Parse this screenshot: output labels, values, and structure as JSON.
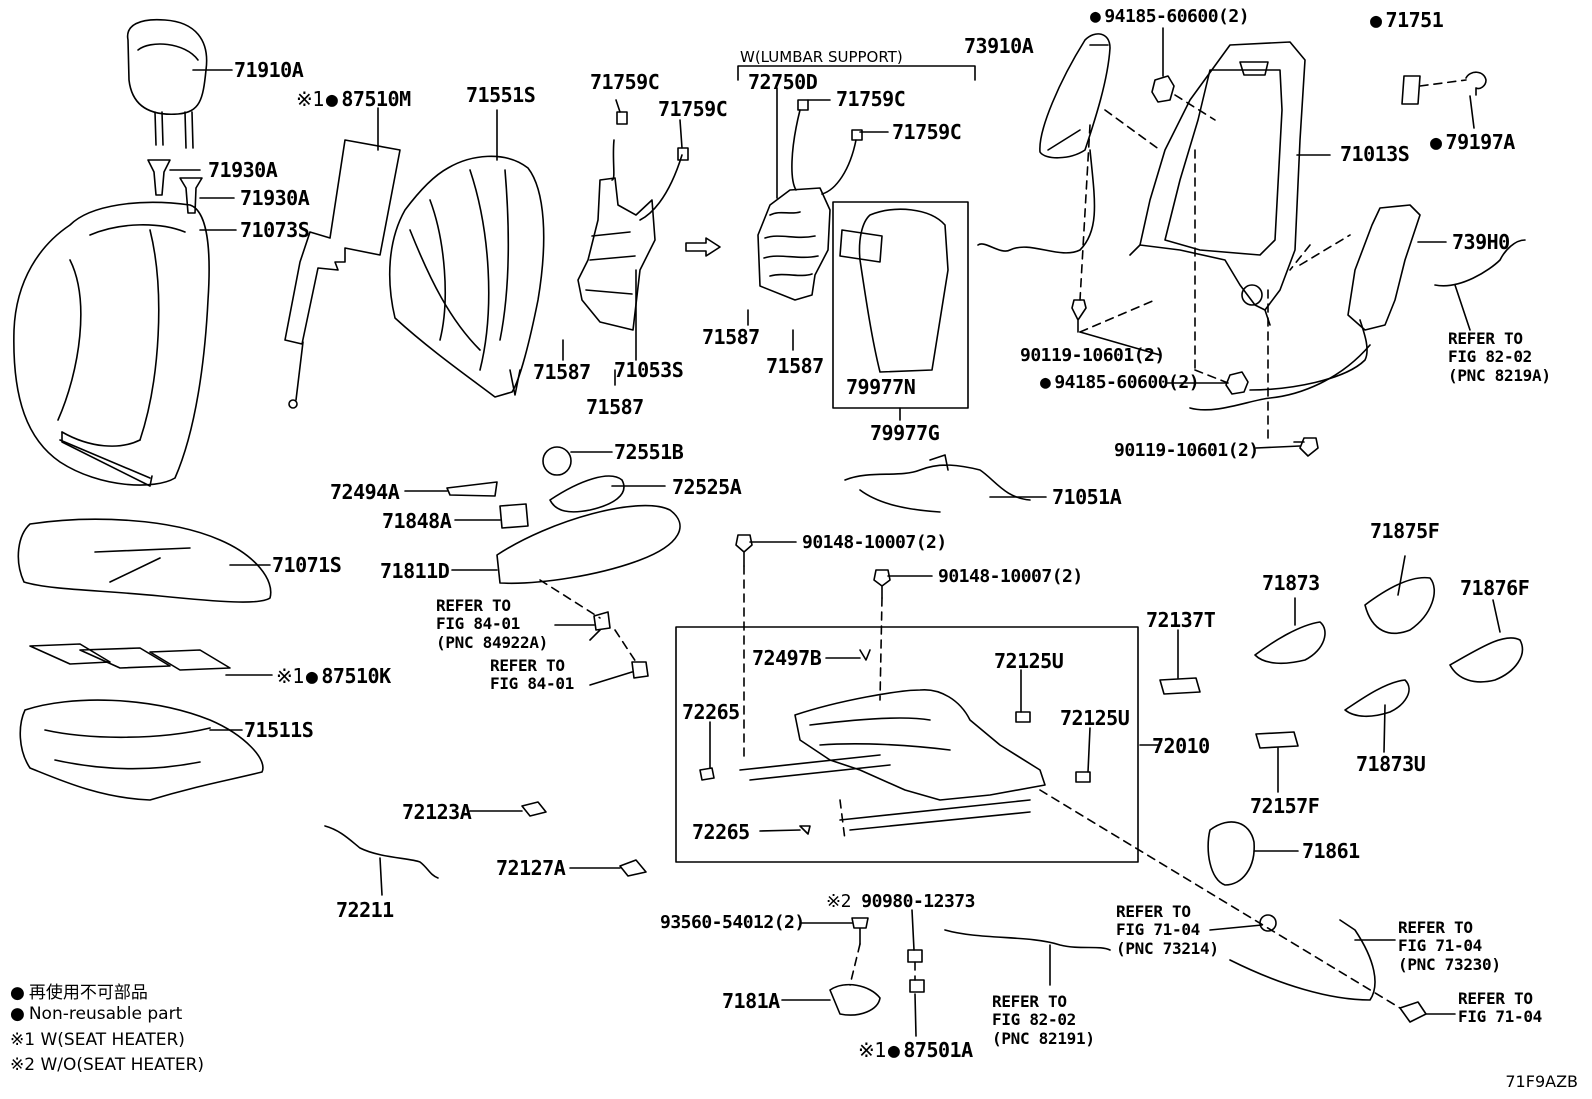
{
  "parts": {
    "p71910A": "71910A",
    "p87510M": "87510M",
    "p71551S": "71551S",
    "p71759C_1": "71759C",
    "p71759C_2": "71759C",
    "p72750D": "72750D",
    "p71759C_3": "71759C",
    "p71759C_4": "71759C",
    "p73910A": "73910A",
    "p94185_top": "94185-60600(2)",
    "p71751": "71751",
    "p71013S": "71013S",
    "p79197A": "79197A",
    "p71930A_1": "71930A",
    "p71930A_2": "71930A",
    "p71073S": "71073S",
    "p739H0": "739H0",
    "p71587_1": "71587",
    "p71587_2": "71587",
    "p71587_3": "71587",
    "p71053S": "71053S",
    "p71587_4": "71587",
    "p79977N": "79977N",
    "p79977G": "79977G",
    "p90119_1": "90119-10601(2)",
    "p94185_mid": "94185-60600(2)",
    "p90119_2": "90119-10601(2)",
    "p72551B": "72551B",
    "p72494A": "72494A",
    "p72525A": "72525A",
    "p71848A": "71848A",
    "p71051A": "71051A",
    "p90148_1": "90148-10007(2)",
    "p90148_2": "90148-10007(2)",
    "p71071S": "71071S",
    "p71811D": "71811D",
    "p71875F": "71875F",
    "p71873": "71873",
    "p71876F": "71876F",
    "p72137T": "72137T",
    "p72497B": "72497B",
    "p72125U_1": "72125U",
    "p87510K": "87510K",
    "p72265_1": "72265",
    "p72125U_2": "72125U",
    "p72010": "72010",
    "p71511S": "71511S",
    "p71873U": "71873U",
    "p72157F": "72157F",
    "p72265_2": "72265",
    "p72123A": "72123A",
    "p71861": "71861",
    "p72127A": "72127A",
    "p72211": "72211",
    "p90980": "90980-12373",
    "p93560": "93560-54012(2)",
    "p7181A": "7181A",
    "p87501A": "87501A"
  },
  "marks": {
    "m1": "※1",
    "m2": "※2"
  },
  "group": {
    "lumbar": "W(LUMBAR SUPPORT)"
  },
  "refs": {
    "r8202_top": "REFER TO\nFIG 82-02\n(PNC 8219A)",
    "r8401_a": "REFER TO\nFIG 84-01\n(PNC 84922A)",
    "r8401_b": "REFER TO\nFIG 84-01",
    "r7104_a": "REFER TO\nFIG 71-04\n(PNC 73214)",
    "r7104_b": "REFER TO\nFIG 71-04\n(PNC 73230)",
    "r7104_c": "REFER TO\nFIG 71-04",
    "r8202_bot": "REFER TO\nFIG 82-02\n(PNC 82191)"
  },
  "legend": {
    "jp": "再使用不可部品",
    "en": "Non-reusable part",
    "n1": "※1 W(SEAT HEATER)",
    "n2": "※2 W/O(SEAT HEATER)"
  },
  "figure_code": "71F9AZB"
}
